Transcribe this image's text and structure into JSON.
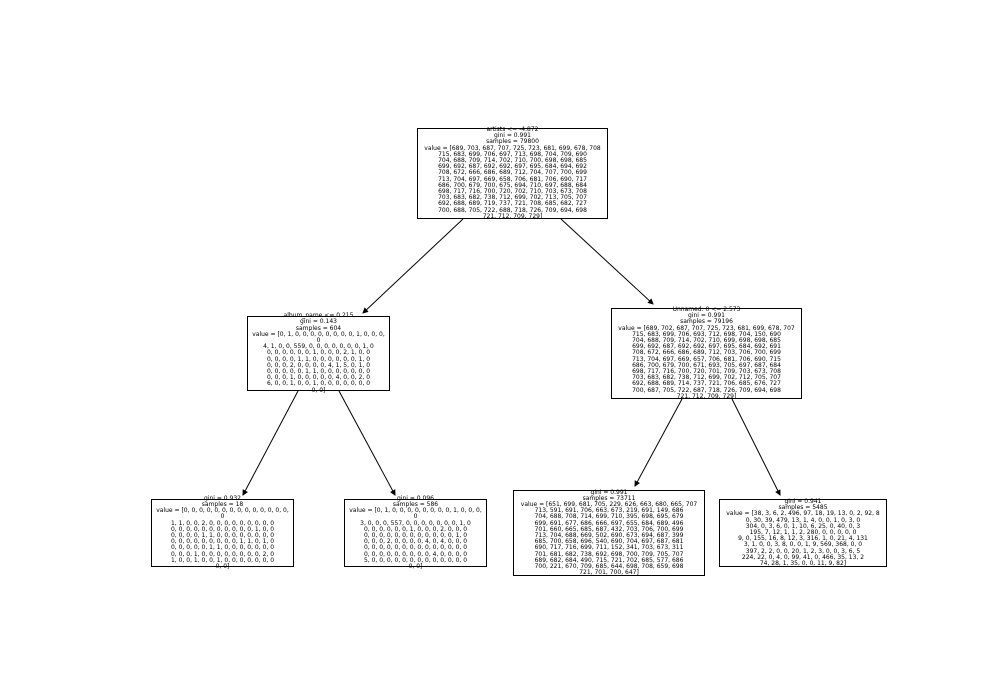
{
  "tree": {
    "root": {
      "text": "artists <= -4.872\ngini = 0.991\nsamples = 79800\nvalue = [689, 703, 687, 707, 725, 723, 681, 699, 678, 708\n715, 683, 699, 706, 697, 713, 698, 704, 709, 690\n704, 688, 709, 714, 702, 710, 700, 698, 698, 685\n699, 692, 687, 692, 692, 697, 695, 684, 694, 692\n708, 672, 666, 686, 689, 712, 704, 707, 700, 699\n713, 704, 697, 669, 658, 706, 681, 706, 690, 717\n686, 700, 679, 700, 675, 694, 710, 697, 688, 684\n698, 717, 716, 700, 720, 702, 710, 703, 673, 708\n703, 683, 682, 738, 712, 699, 702, 713, 705, 707\n692, 688, 689, 719, 737, 721, 708, 685, 682, 727\n700, 688, 705, 722, 688, 718, 726, 709, 694, 698\n721, 712, 709, 729]"
    },
    "left": {
      "text": "album_name <= 0.215\ngini = 0.143\nsamples = 604\nvalue = [0, 1, 0, 0, 0, 0, 0, 0, 0, 0, 1, 0, 0, 0, 0\n4, 1, 0, 0, 559, 0, 0, 0, 0, 0, 0, 0, 1, 0\n0, 0, 0, 0, 0, 0, 1, 0, 0, 0, 2, 1, 0, 0\n0, 0, 0, 0, 1, 1, 0, 0, 0, 0, 0, 0, 1, 0\n0, 0, 0, 2, 0, 0, 0, 0, 4, 1, 5, 0, 1, 0\n0, 0, 0, 0, 0, 1, 1, 0, 0, 0, 0, 0, 0, 0\n0, 0, 0, 1, 0, 0, 0, 0, 0, 4, 0, 0, 2, 0\n6, 0, 0, 1, 0, 0, 1, 0, 0, 0, 0, 0, 0, 0\n0, 0]"
    },
    "right": {
      "text": "Unnamed: 0 <= 2.573\ngini = 0.991\nsamples = 79196\nvalue = [689, 702, 687, 707, 725, 723, 681, 699, 678, 707\n715, 683, 699, 706, 693, 712, 698, 704, 150, 690\n704, 688, 709, 714, 702, 710, 699, 698, 698, 685\n699, 692, 687, 692, 692, 697, 695, 684, 692, 691\n708, 672, 666, 686, 689, 712, 703, 706, 700, 699\n713, 704, 697, 669, 657, 706, 681, 706, 690, 715\n686, 700, 679, 700, 671, 693, 705, 697, 687, 684\n698, 717, 716, 700, 720, 701, 709, 703, 673, 708\n703, 683, 682, 738, 712, 699, 702, 712, 705, 707\n692, 688, 689, 714, 737, 721, 706, 685, 676, 727\n700, 687, 705, 722, 687, 718, 726, 709, 694, 698\n721, 712, 709, 729]"
    },
    "left_left": {
      "text": "gini = 0.932\nsamples = 18\nvalue = [0, 0, 0, 0, 0, 0, 0, 0, 0, 0, 0, 0, 0, 0, 0\n1, 1, 0, 0, 2, 0, 0, 0, 0, 0, 0, 0, 0, 0\n0, 0, 0, 0, 0, 0, 0, 0, 0, 0, 0, 1, 0, 0\n0, 0, 0, 0, 1, 1, 0, 0, 0, 0, 0, 0, 0, 0\n0, 0, 0, 0, 0, 0, 0, 0, 0, 1, 1, 0, 1, 0\n0, 0, 0, 0, 0, 1, 1, 0, 0, 0, 0, 0, 0, 0\n0, 0, 0, 1, 0, 0, 0, 0, 0, 0, 0, 0, 2, 0\n1, 0, 0, 1, 0, 0, 1, 0, 0, 0, 0, 0, 0, 0\n0, 0]"
    },
    "left_right": {
      "text": "gini = 0.096\nsamples = 586\nvalue = [0, 1, 0, 0, 0, 0, 0, 0, 0, 0, 1, 0, 0, 0, 0\n3, 0, 0, 0, 557, 0, 0, 0, 0, 0, 0, 0, 1, 0\n0, 0, 0, 0, 0, 0, 1, 0, 0, 0, 2, 0, 0, 0\n0, 0, 0, 0, 0, 0, 0, 0, 0, 0, 0, 0, 1, 0\n0, 0, 0, 2, 0, 0, 0, 0, 4, 0, 4, 0, 0, 0\n0, 0, 0, 0, 0, 0, 0, 0, 0, 0, 0, 0, 0, 0\n0, 0, 0, 0, 0, 0, 0, 0, 0, 4, 0, 0, 0, 0\n5, 0, 0, 0, 0, 0, 0, 0, 0, 0, 0, 0, 0, 0\n0, 0]"
    },
    "right_left": {
      "text": "gini = 0.991\nsamples = 73711\nvalue = [651, 699, 681, 705, 229, 626, 663, 680, 665, 707\n713, 591, 691, 706, 663, 673, 219, 691, 149, 686\n704, 688, 708, 714, 699, 710, 395, 698, 695, 679\n699, 691, 677, 686, 666, 697, 655, 684, 689, 496\n701, 660, 665, 685, 687, 432, 703, 706, 700, 699\n713, 704, 688, 669, 502, 690, 673, 694, 687, 399\n685, 700, 658, 696, 540, 690, 704, 697, 687, 681\n690, 717, 716, 699, 711, 152, 341, 703, 673, 311\n701, 681, 682, 738, 692, 698, 700, 709, 705, 707\n689, 682, 684, 490, 715, 721, 702, 685, 577, 686\n700, 221, 670, 709, 685, 644, 698, 708, 659, 698\n721, 701, 700, 647]"
    },
    "right_right": {
      "text": "gini = 0.941\nsamples = 5485\nvalue = [38, 3, 6, 2, 496, 97, 18, 19, 13, 0, 2, 92, 8\n0, 30, 39, 479, 13, 1, 4, 0, 0, 1, 0, 3, 0\n304, 0, 3, 6, 0, 1, 10, 6, 25, 0, 40, 0, 3\n195, 7, 12, 1, 1, 2, 280, 0, 0, 0, 0, 0\n9, 0, 155, 16, 8, 12, 3, 316, 1, 0, 21, 4, 131\n3, 1, 0, 0, 3, 8, 0, 0, 1, 9, 569, 368, 0, 0\n397, 2, 2, 0, 0, 20, 1, 2, 3, 0, 0, 3, 6, 5\n224, 22, 0, 4, 0, 99, 41, 0, 466, 35, 13, 2\n74, 28, 1, 35, 0, 0, 11, 9, 82]"
    }
  }
}
